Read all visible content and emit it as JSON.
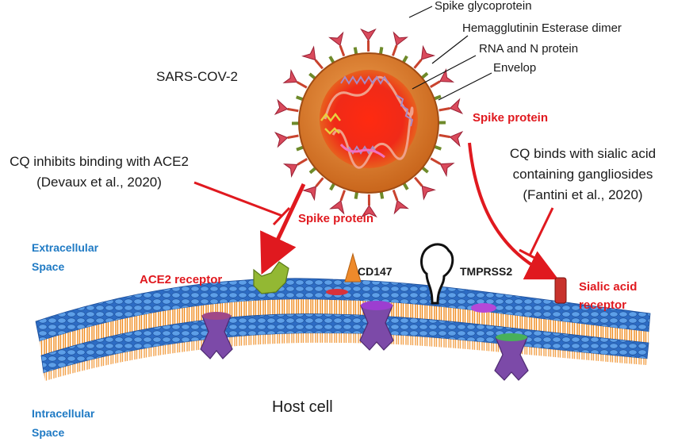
{
  "labels": {
    "spike_glycoprotein": "Spike glycoprotein",
    "hemagglutinin": "Hemagglutinin Esterase dimer",
    "rna_n_protein": "RNA and N protein",
    "envelop": "Envelop",
    "sars_cov_2": "SARS-COV-2",
    "spike_protein_right": "Spike protein",
    "spike_protein_center": "Spike protein",
    "cq_ace2_line1": "CQ inhibits binding with ACE2",
    "cq_ace2_line2": "(Devaux et al., 2020)",
    "cq_sialic_line1": "CQ binds with sialic acid",
    "cq_sialic_line2": "containing gangliosides",
    "cq_sialic_line3": "(Fantini et al., 2020)",
    "extracellular_line1": "Extracellular",
    "extracellular_line2": "Space",
    "ace2_receptor": "ACE2 receptor",
    "cd147": "CD147",
    "tmprss2": "TMPRSS2",
    "sialic_line1": "Sialic acid",
    "sialic_line2": "receptor",
    "host_cell": "Host cell",
    "intracellular_line1": "Intracellular",
    "intracellular_line2": "Space"
  },
  "colors": {
    "virus_body": "#d9731f",
    "virus_core": "#f21b12",
    "spike": "#d94a5c",
    "hemagglutinin": "#6e8a2a",
    "arrow_red": "#e0191f",
    "membrane_head": "#3a7ed4",
    "membrane_tail": "#f08a1c",
    "ace2": "#93b833",
    "cd147": "#ee8a2b",
    "channel": "#7c4aa8",
    "sialic": "#c8322c",
    "label_red": "#e0191f",
    "label_blue": "#1f7ac4"
  }
}
